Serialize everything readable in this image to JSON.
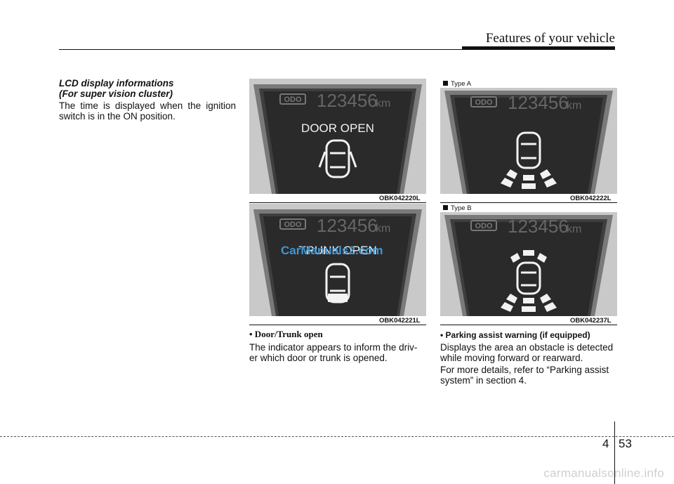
{
  "header": {
    "title": "Features of your vehicle"
  },
  "section": {
    "heading_line1": "LCD display informations",
    "heading_line2": "(For super vision cluster)",
    "text": "The time is displayed when the ignition switch is in the ON position."
  },
  "panels": {
    "door": {
      "odo": "ODO",
      "odometer": "123456",
      "unit": "km",
      "message": "DOOR OPEN",
      "code": "OBK042220L"
    },
    "trunk": {
      "odo": "ODO",
      "odometer": "123456",
      "unit": "km",
      "message": "TRUNK OPEN",
      "code": "OBK042221L"
    },
    "type_a": {
      "label": "Type A",
      "odo": "ODO",
      "odometer": "123456",
      "unit": "km",
      "code": "OBK042222L"
    },
    "type_b": {
      "label": "Type B",
      "odo": "ODO",
      "odometer": "123456",
      "unit": "km",
      "code": "OBK042237L"
    }
  },
  "watermark": "CarManuals2.com",
  "door_trunk": {
    "bullet": "• Door/Trunk open",
    "line1": "The indicator appears to inform the driv-",
    "line2": "er which door or trunk is opened."
  },
  "parking": {
    "bullet": "• Parking assist warning (if equipped)",
    "line1": "Displays the area an obstacle is detected",
    "line2": "while moving forward or rearward.",
    "line3": "For more details, refer to “Parking assist",
    "line4": "system” in section 4."
  },
  "footer": {
    "section_number": "4",
    "page_number": "53",
    "site": "carmanualsonline.info"
  }
}
